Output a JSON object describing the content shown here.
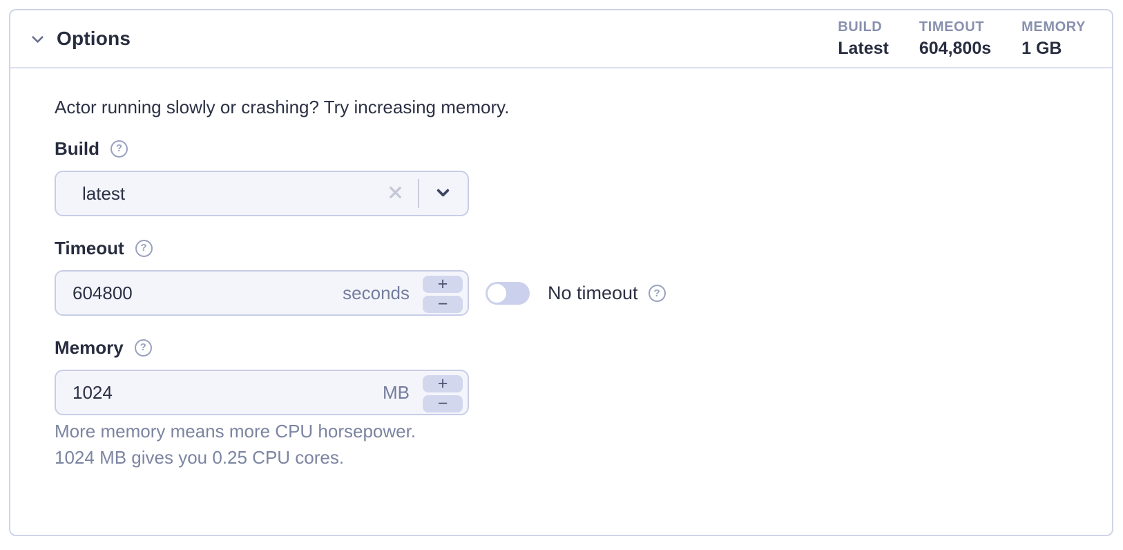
{
  "colors": {
    "panel_border": "#cfd4e8",
    "text_dark": "#272d3f",
    "text_muted": "#7b84a1",
    "stat_label": "#8790ae",
    "input_bg": "#f4f5fb",
    "input_border": "#c7cde7",
    "stepper_bg": "#d3d7ee",
    "toggle_track": "#cbd1ec"
  },
  "icons": {
    "question_mark": "?",
    "plus": "+",
    "minus": "−"
  },
  "header": {
    "title": "Options",
    "stats": [
      {
        "label": "BUILD",
        "value": "Latest"
      },
      {
        "label": "TIMEOUT",
        "value": "604,800s"
      },
      {
        "label": "MEMORY",
        "value": "1 GB"
      }
    ]
  },
  "body": {
    "intro": "Actor running slowly or crashing? Try increasing memory.",
    "build": {
      "label": "Build",
      "value": "latest"
    },
    "timeout": {
      "label": "Timeout",
      "value": "604800",
      "unit": "seconds",
      "toggle_label": "No timeout",
      "toggle_state": "off"
    },
    "memory": {
      "label": "Memory",
      "value": "1024",
      "unit": "MB",
      "helper_line1": "More memory means more CPU horsepower.",
      "helper_line2": "1024 MB gives you 0.25 CPU cores."
    }
  }
}
